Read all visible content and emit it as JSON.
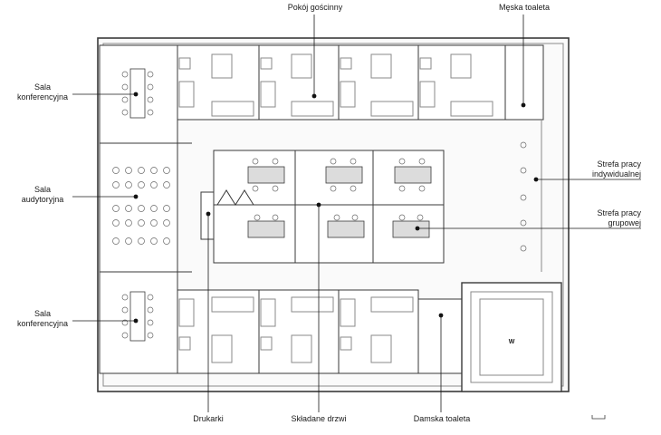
{
  "labels": {
    "guest_room": "Pokój gościnny",
    "mens_toilet": "Męska toaleta",
    "conference_top_1": "Sala",
    "conference_top_2": "konferencyjna",
    "auditorium_1": "Sala",
    "auditorium_2": "audytoryjna",
    "conference_bottom_1": "Sala",
    "conference_bottom_2": "konferencyjna",
    "individual_work_1": "Strefa pracy",
    "individual_work_2": "indywidualnej",
    "group_work_1": "Strefa pracy",
    "group_work_2": "grupowej",
    "printers": "Drukarki",
    "folding_doors": "Składane drzwi",
    "womens_toilet": "Damska toaleta",
    "stair_mark": "W"
  },
  "colors": {
    "line": "#3a3a3a",
    "thin_line": "#8a8a8a",
    "table_fill": "#dcdcdc",
    "wall_fill": "#f4f4f4"
  }
}
